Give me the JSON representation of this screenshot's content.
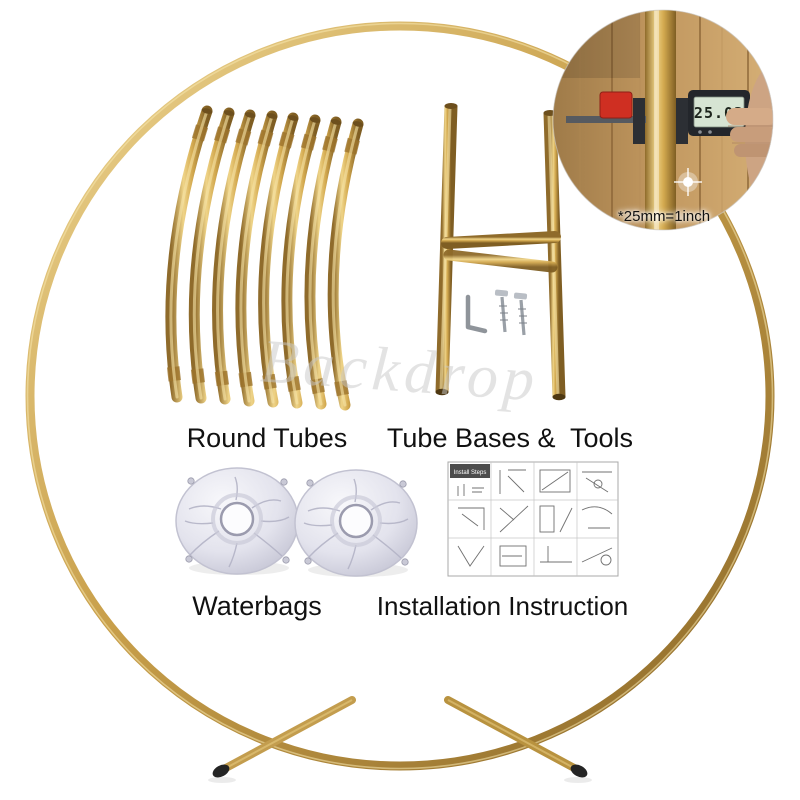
{
  "labels": {
    "round_tubes": "Round Tubes",
    "tube_bases_tools": "Tube Bases &  Tools",
    "waterbags": "Waterbags",
    "installation_instruction": "Installation Instruction"
  },
  "inset": {
    "caliper_reading": "25.02",
    "note": "*25mm=1inch"
  },
  "watermark": "Backdrop",
  "instruction_sheet": {
    "title": "Install Steps"
  },
  "colors": {
    "gold": "#c9a04b",
    "gold_highlight": "#efd488",
    "gold_shadow": "#8a6727",
    "waterbag": "#e3e3ed",
    "wood": "#c0965e",
    "lcd_screen": "#d6e4d3",
    "caliper_red": "#cf2f22",
    "background": "#ffffff"
  },
  "components": [
    "circular-frame",
    "round-tubes",
    "tube-base",
    "assembly-tools",
    "waterbag-1",
    "waterbag-2",
    "instruction-sheet",
    "caliper-measurement-inset"
  ]
}
